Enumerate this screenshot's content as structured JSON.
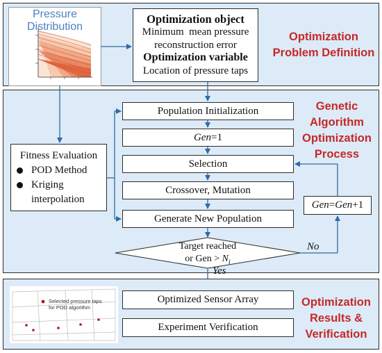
{
  "stages": {
    "definition": [
      "Optimization",
      "Problem Definition"
    ],
    "genetic": [
      "Genetic",
      "Algorithm",
      "Optimization",
      "Process"
    ],
    "results": [
      "Optimization",
      "Results &",
      "Verification"
    ]
  },
  "pressure_plot": {
    "title_line1": "Pressure",
    "title_line2": "Distribution"
  },
  "objective_box": {
    "heading1": "Optimization object",
    "line1": "Minimum  mean pressure",
    "line2": "reconstruction error",
    "heading2": "Optimization variable",
    "line3": "Location of pressure taps"
  },
  "fitness_box": {
    "title": "Fitness Evaluation",
    "item1": "POD Method",
    "item2a": "Kriging",
    "item2b": "interpolation"
  },
  "flow": {
    "init": "Population Initialization",
    "gen1_var": "Gen",
    "gen1_val": "=1",
    "selection": "Selection",
    "crossover": "Crossover, Mutation",
    "generate": "Generate New Population",
    "decision_line1": "Target reached",
    "decision_line2_prefix": "or Gen > ",
    "decision_line2_var": "N",
    "decision_line2_sub": "i",
    "no_label": "No",
    "yes_label": "Yes",
    "increment_a": "Gen",
    "increment_b": "=",
    "increment_c": "Gen",
    "increment_d": "+1"
  },
  "results": {
    "optimized": "Optimized Sensor Array",
    "verification": "Experiment Verification",
    "legend_line1": "Selected pressure taps",
    "legend_line2": "for POD algorithm"
  },
  "colors": {
    "panel_fill": "#dcebf7",
    "stage_text": "#c62828",
    "arrow": "#2e6aa6",
    "pressure_title": "#4a7fc1",
    "tap_marker": "#b0171f"
  }
}
